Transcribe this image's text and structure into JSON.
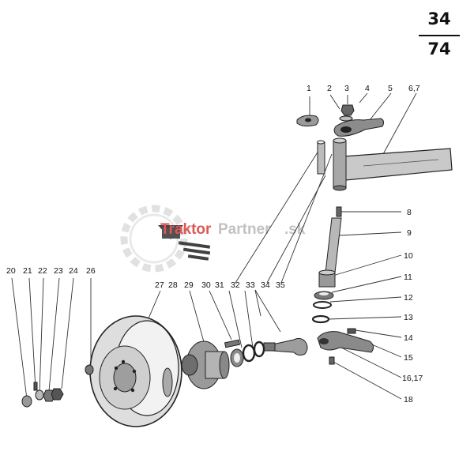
{
  "page_number": {
    "top": "34",
    "bottom": "74"
  },
  "watermark": {
    "brand_red": "Traktor",
    "brand_grey": "Partner",
    "suffix": ".sk",
    "colors": {
      "red": "#d83a3a",
      "grey": "#b8b8b8"
    }
  },
  "labels": {
    "l1": "1",
    "l2": "2",
    "l3": "3",
    "l4": "4",
    "l5": "5",
    "l6": "6,7",
    "l8": "8",
    "l9": "9",
    "l10": "10",
    "l11": "11",
    "l12": "12",
    "l13": "13",
    "l14": "14",
    "l15": "15",
    "l16": "16,17",
    "l18": "18",
    "l20": "20",
    "l21": "21",
    "l22": "22",
    "l23": "23",
    "l24": "24",
    "l26": "26",
    "l27": "27",
    "l28": "28",
    "l29": "29",
    "l30": "30",
    "l31": "31",
    "l32": "32",
    "l33": "33",
    "l34": "34",
    "l35": "35"
  }
}
